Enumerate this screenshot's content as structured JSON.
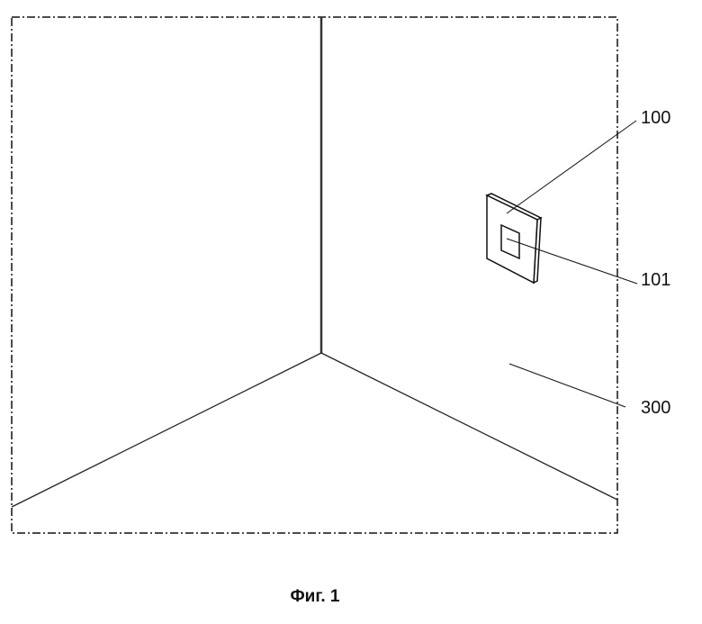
{
  "labels": {
    "device": "100",
    "element": "101",
    "wall": "300"
  },
  "caption": "Фиг. 1"
}
